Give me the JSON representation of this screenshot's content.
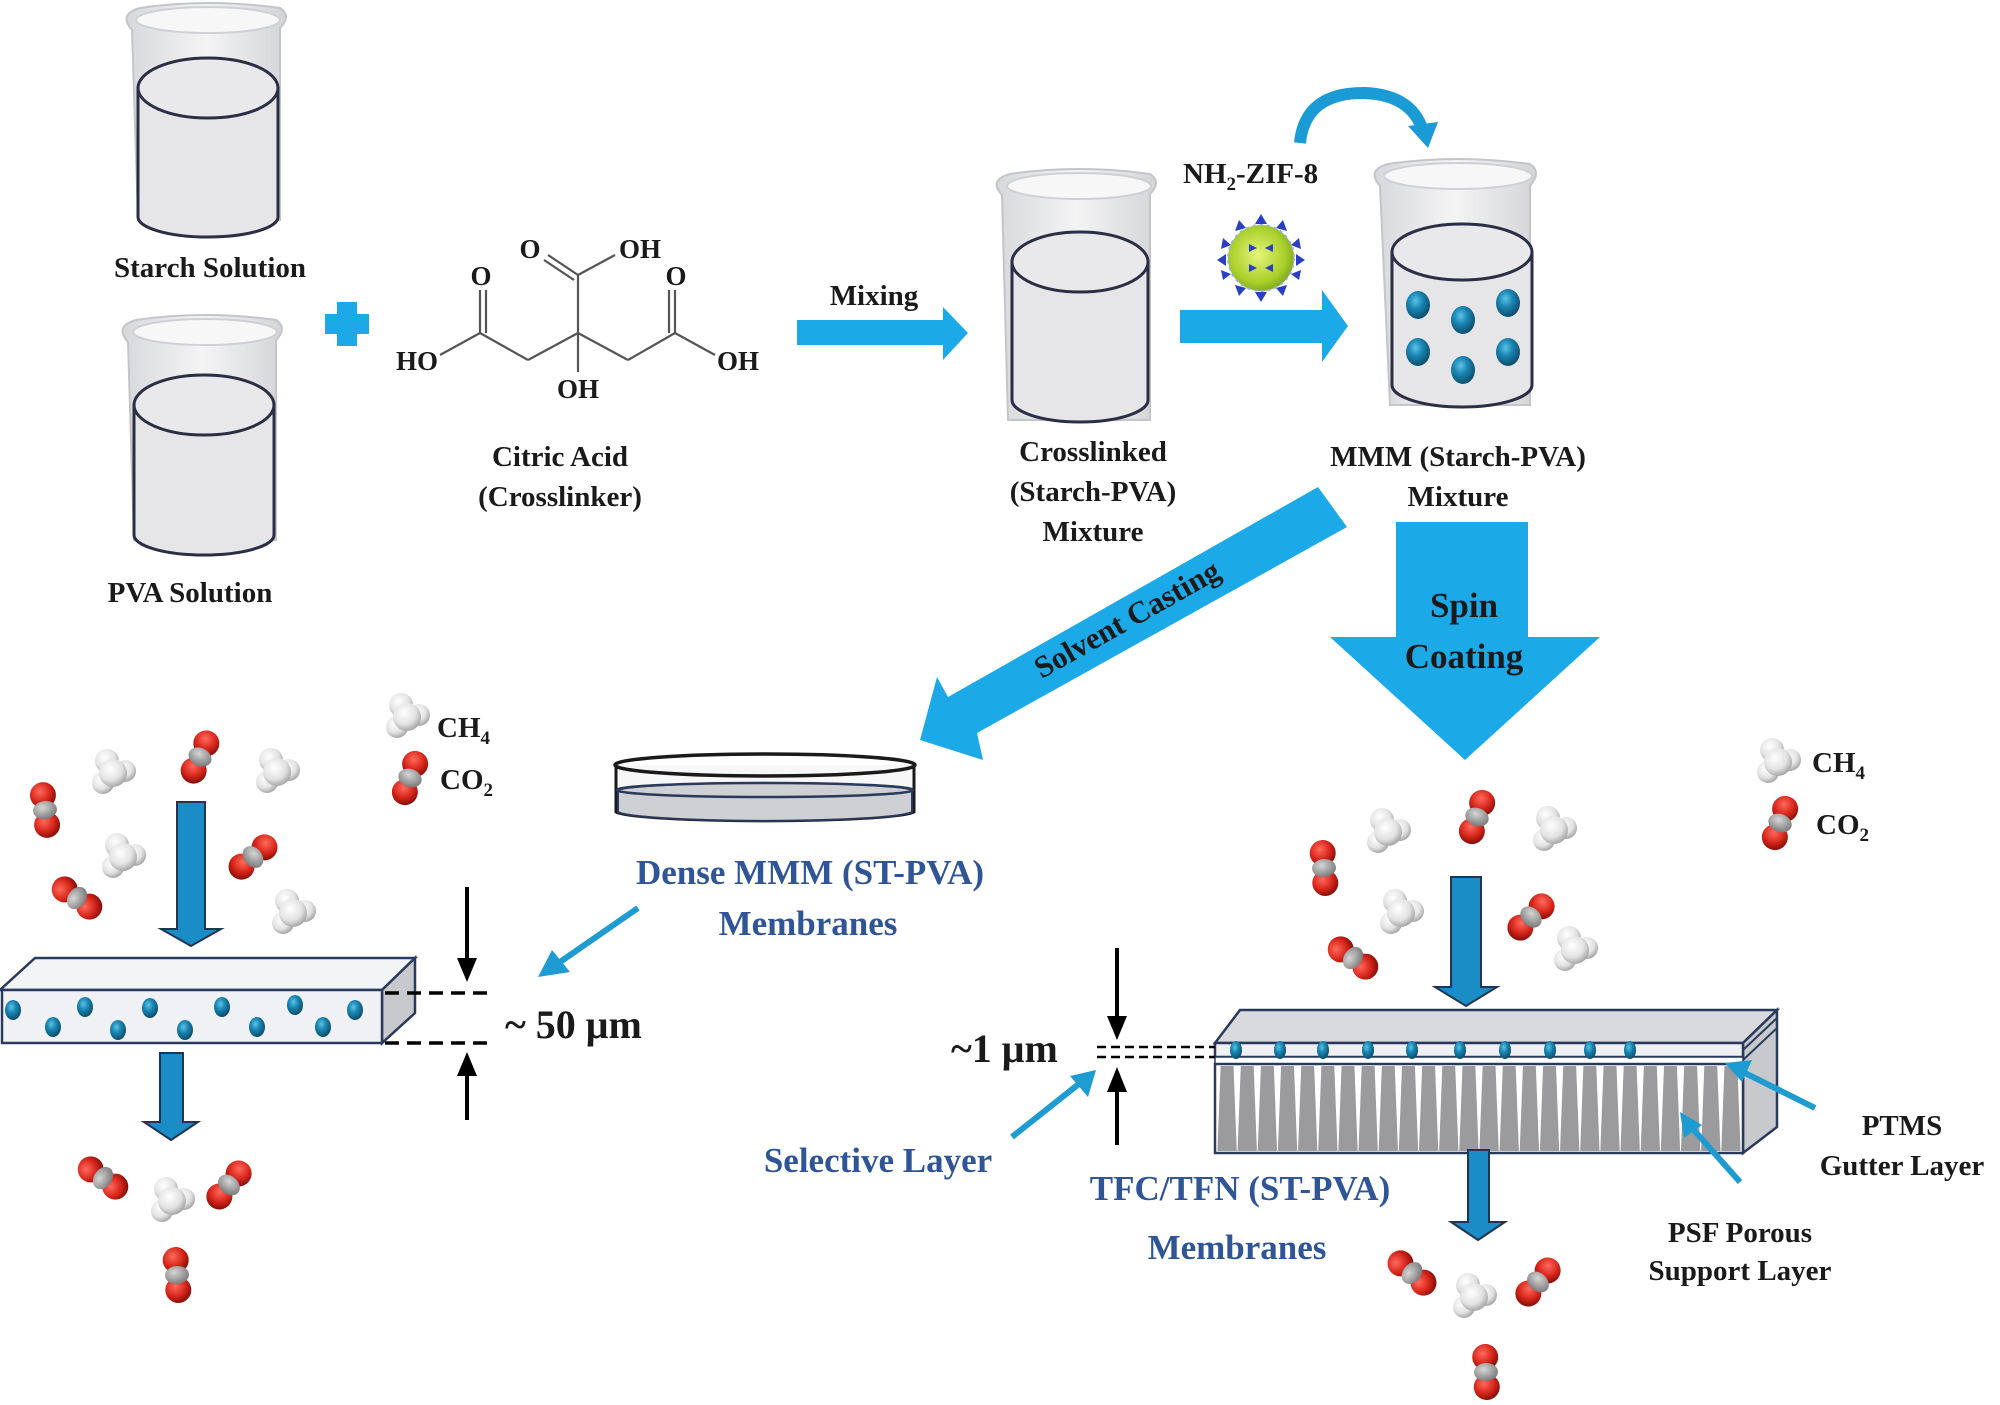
{
  "figure": {
    "title": "Fabrication of Starch-PVA mixed matrix membranes (dense and thin-film) for CO2/CH4 separation",
    "colors": {
      "process_arrow": "#1ba9e8",
      "gas_flow_arrow": "#1b8dc6",
      "membrane_label": "#2f5597",
      "co2_oxygen": "#d8261c",
      "co2_carbon": "#9a9a9a",
      "ch4": "#e4e4e4",
      "filler_particle": "#1a7fa8"
    }
  },
  "preparation": {
    "starch_solution": "Starch Solution",
    "pva_solution": "PVA Solution",
    "plus_sign": "+",
    "citric_acid": {
      "name": "Citric Acid",
      "role": "(Crosslinker)",
      "atoms": {
        "o_top": "O",
        "oh_top": "OH",
        "o_left": "O",
        "o_right": "O",
        "ho_left": "HO",
        "oh_right": "OH",
        "oh_bottom": "OH"
      }
    },
    "mixing_label": "Mixing",
    "crosslinked": [
      "Crosslinked",
      "(Starch-PVA)",
      "Mixture"
    ],
    "filler": {
      "prefix": "NH",
      "subscript": "2",
      "suffix": "-ZIF-8"
    },
    "mmm_mixture": [
      "MMM (Starch-PVA)",
      "Mixture"
    ]
  },
  "routes": {
    "solvent_casting": "Solvent Casting",
    "spin_coating": [
      "Spin",
      "Coating"
    ]
  },
  "dense_membrane": {
    "label": [
      "Dense MMM (ST-PVA)",
      "Membranes"
    ],
    "thickness": "~ 50 μm",
    "particles_in_cross_section": 11
  },
  "thin_film_membrane": {
    "label": [
      "TFC/TFN (ST-PVA)",
      "Membranes"
    ],
    "thickness": "~1 μm",
    "selective_layer": "Selective Layer",
    "gutter_layer": [
      "PTMS",
      "Gutter Layer"
    ],
    "support_layer": [
      "PSF Porous",
      "Support Layer"
    ],
    "particles_in_selective_layer": 10
  },
  "legend": {
    "ch4": {
      "base": "CH",
      "sub": "4"
    },
    "co2": {
      "base": "CO",
      "sub": "2"
    }
  },
  "gas_feed": {
    "feed_molecules": {
      "co2": 4,
      "ch4": 4
    },
    "permeate_molecules": {
      "co2": 3,
      "ch4": 1
    }
  }
}
